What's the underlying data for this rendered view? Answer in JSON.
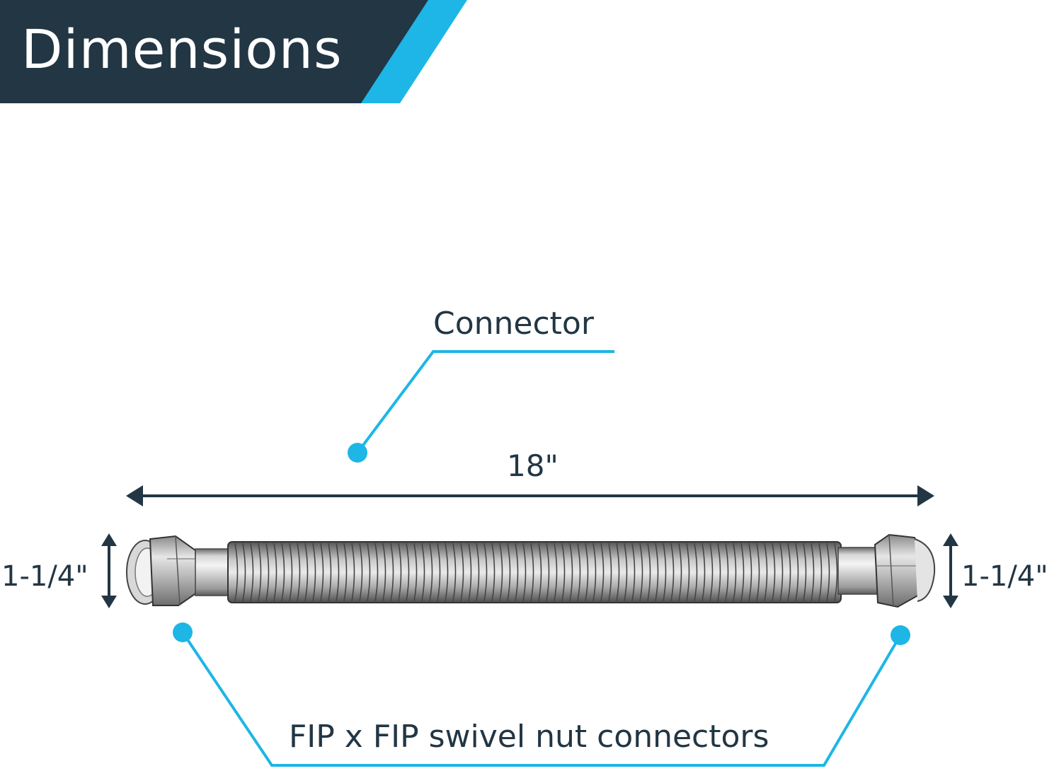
{
  "header": {
    "title": "Dimensions"
  },
  "diagram": {
    "connector_label": "Connector",
    "length_label": "18\"",
    "diameter_left_label": "1-1/4\"",
    "diameter_right_label": "1-1/4\"",
    "end_fittings_label": "FIP x FIP swivel nut connectors"
  },
  "colors": {
    "banner": "#223644",
    "accent": "#1db6e6",
    "text": "#223644",
    "dimension_line": "#223644"
  }
}
